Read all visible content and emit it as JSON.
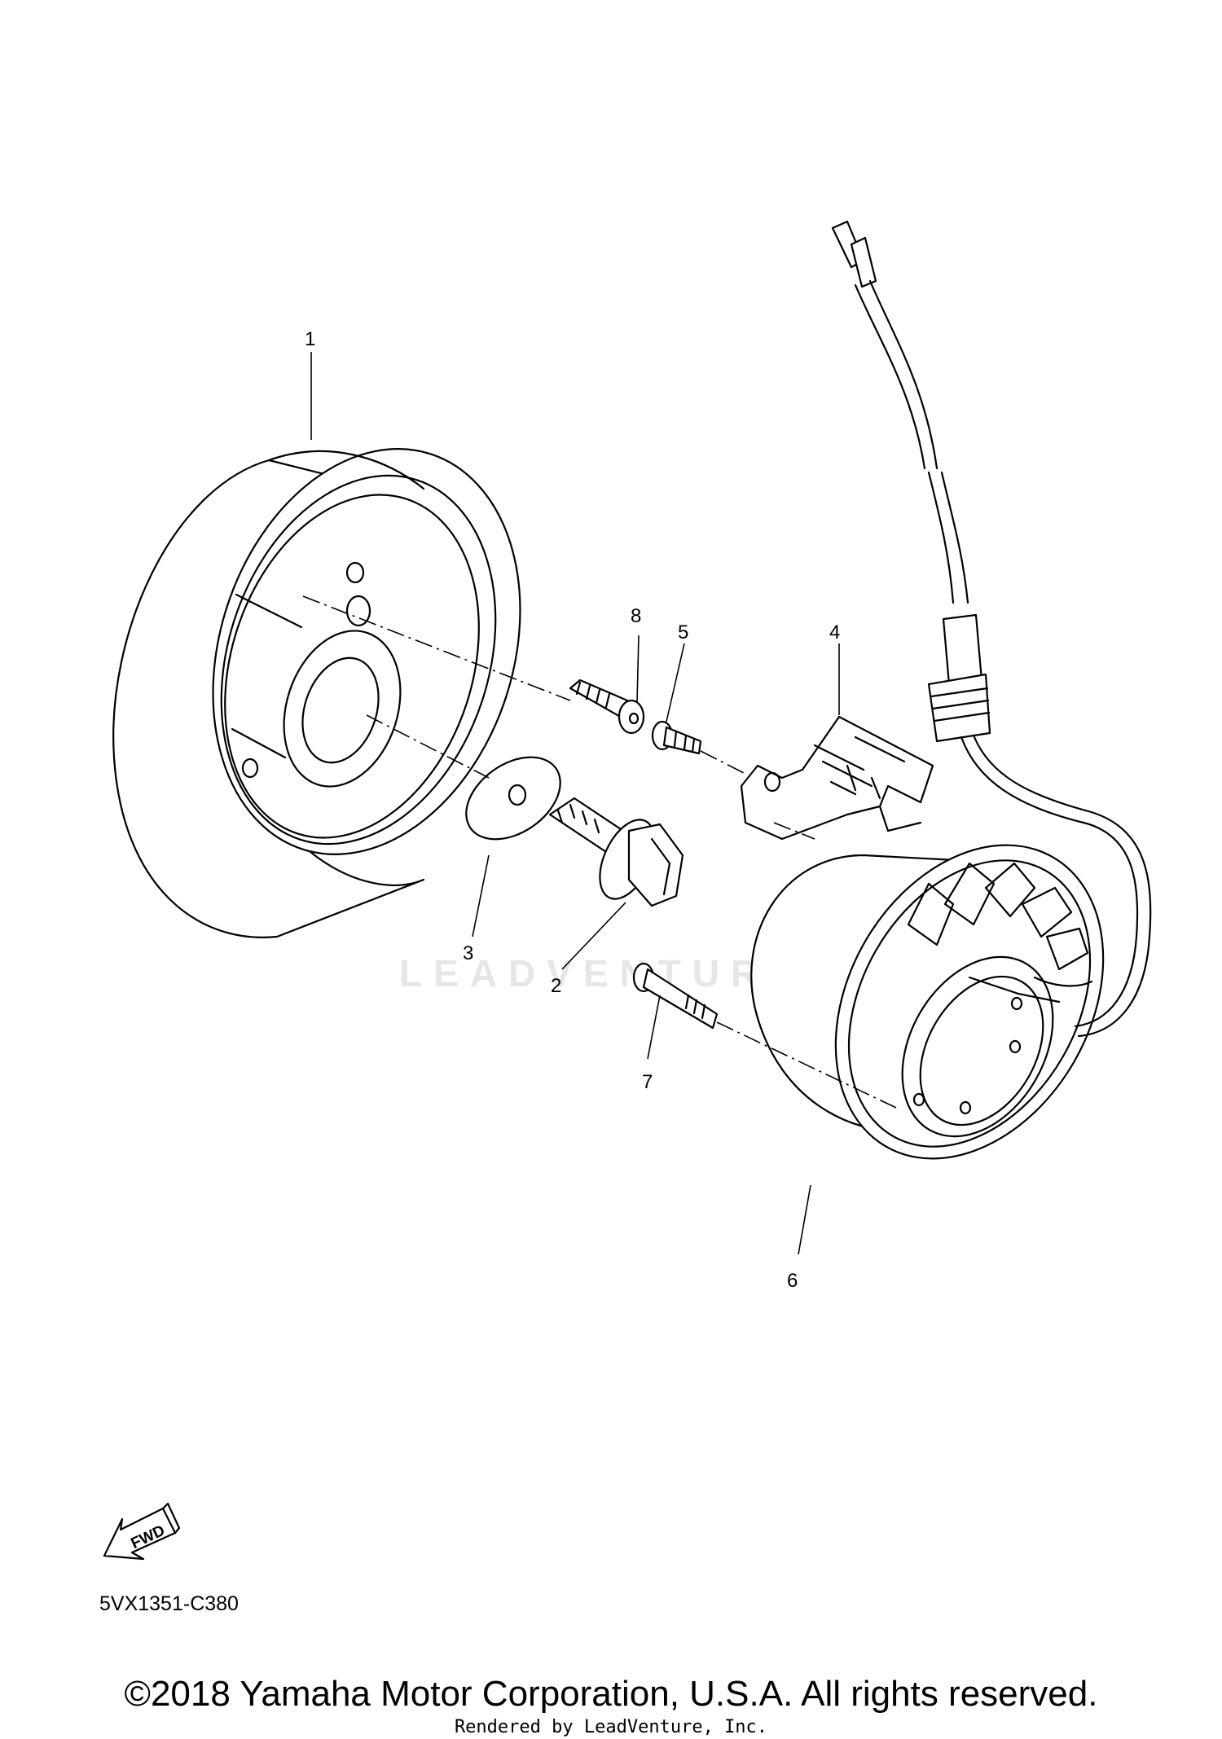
{
  "diagram": {
    "callouts": [
      {
        "id": "1",
        "label": "1"
      },
      {
        "id": "2",
        "label": "2"
      },
      {
        "id": "3",
        "label": "3"
      },
      {
        "id": "4",
        "label": "4"
      },
      {
        "id": "5",
        "label": "5"
      },
      {
        "id": "6",
        "label": "6"
      },
      {
        "id": "7",
        "label": "7"
      },
      {
        "id": "8",
        "label": "8"
      }
    ],
    "fwd_label": "FWD",
    "part_code": "5VX1351-C380",
    "watermark": "LEADVENTURE"
  },
  "footer": {
    "copyright": "©2018 Yamaha Motor Corporation, U.S.A. All rights reserved.",
    "rendered_by": "Rendered by LeadVenture, Inc."
  }
}
